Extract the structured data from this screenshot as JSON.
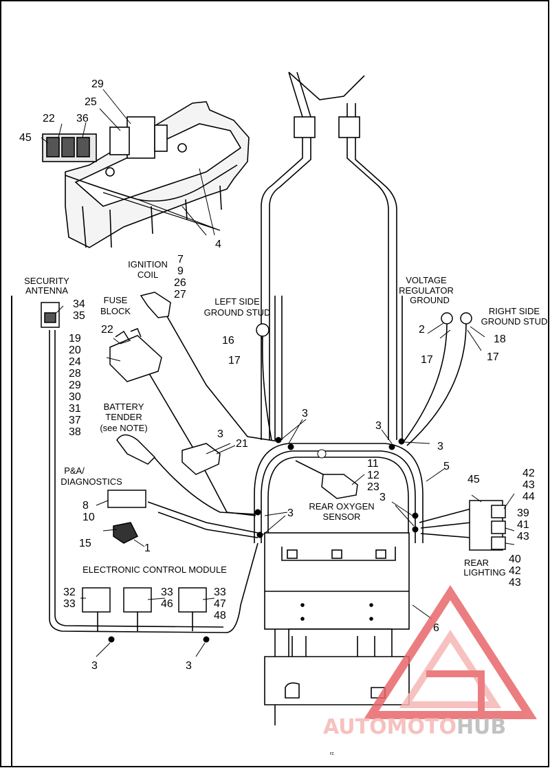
{
  "labels": {
    "ignition_coil": [
      "IGNITION",
      "COIL"
    ],
    "security_antenna": [
      "SECURITY",
      "ANTENNA"
    ],
    "fuse_block": [
      "FUSE",
      "BLOCK"
    ],
    "left_side_ground_stud": [
      "LEFT SIDE",
      "GROUND STUD"
    ],
    "voltage_regulator_ground": [
      "VOLTAGE",
      "REGULATOR",
      "GROUND"
    ],
    "right_side_ground_stud": [
      "RIGHT SIDE",
      "GROUND STUD"
    ],
    "battery_tender": [
      "BATTERY",
      "TENDER",
      "(see NOTE)"
    ],
    "pa_diagnostics": [
      "P&A/",
      "DIAGNOSTICS"
    ],
    "rear_oxygen_sensor": [
      "REAR OXYGEN",
      "SENSOR"
    ],
    "rear_lighting": [
      "REAR",
      "LIGHTING"
    ],
    "electronic_control_module": "ELECTRONIC CONTROL MODULE"
  },
  "callouts": {
    "fuse_inset": {
      "n29": "29",
      "n25": "25",
      "n22": "22",
      "n36": "36",
      "n45": "45",
      "n4": "4"
    },
    "ignition": [
      "7",
      "9",
      "26",
      "27"
    ],
    "antenna": [
      "34",
      "35"
    ],
    "fuse_list": [
      "19",
      "20",
      "24",
      "28",
      "29",
      "30",
      "31",
      "37",
      "38"
    ],
    "fuse_top": "22",
    "left_stud": [
      "16",
      "17"
    ],
    "right_stud": {
      "n2": "2",
      "n18": "18",
      "n17a": "17",
      "n17b": "17"
    },
    "clip_top_left": "3",
    "clip_top_right_a": "3",
    "clip_top_right_b": "3",
    "clip_mid": "3",
    "clip_right": "3",
    "clip_left_low": "3",
    "relay_21": "21",
    "oxygen": [
      "11",
      "12",
      "23"
    ],
    "harness_5": "5",
    "rear_conn_45": "45",
    "rear_right_top": [
      "42",
      "43",
      "44"
    ],
    "rear_right_mid": [
      "39",
      "41",
      "43"
    ],
    "rear_right_bot": [
      "40",
      "42",
      "43"
    ],
    "pa_left": [
      "8",
      "10"
    ],
    "pa_15": "15",
    "pa_1": "1",
    "ecm_left": [
      "32",
      "33"
    ],
    "ecm_mid": [
      "33",
      "46"
    ],
    "ecm_right": [
      "33",
      "47",
      "48"
    ],
    "bottom_clip_left": "3",
    "bottom_clip_right": "3",
    "harness_6": "6"
  },
  "watermark": {
    "text": "AUTOMOTOHUB",
    "colors": {
      "primary": "#f5b7b5",
      "accent": "#e8676a",
      "dark": "#b8b8b8"
    }
  },
  "footer_mark": "rc"
}
